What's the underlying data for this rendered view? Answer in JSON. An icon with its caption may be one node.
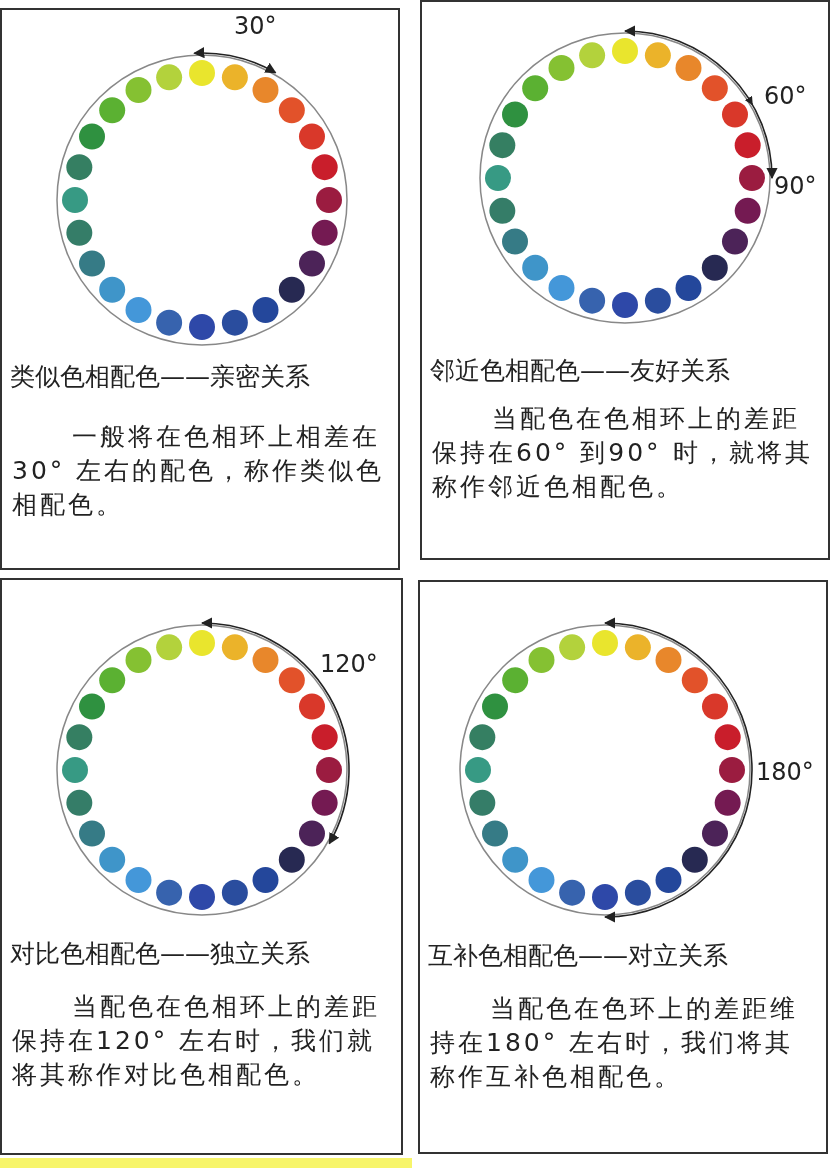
{
  "diagram": {
    "nodes": [
      {
        "text": [
          "类似色相配色——亲密关系",
          "一般将在色相环上相差在30° 左右的配色，称作类似色相配色。"
        ]
      },
      {
        "text": [
          "邻近色相配色——友好关系",
          "当配色在色相环上的差距保持在60° 到90° 时，就将其称作邻近色相配色。"
        ]
      },
      {
        "text": [
          "对比色相配色——独立关系",
          "当配色在色相环上的差距保持在120° 左右时，我们就将其称作对比色相配色。"
        ]
      },
      {
        "text": [
          "互补色相配色——对立关系",
          "当配色在色环上的差距维持在180° 左右时，我们将其称作互补色相配色。"
        ]
      }
    ],
    "edges": [],
    "labels": [
      "30°",
      "60°",
      "90°",
      "120°",
      "180°"
    ]
  }
}
